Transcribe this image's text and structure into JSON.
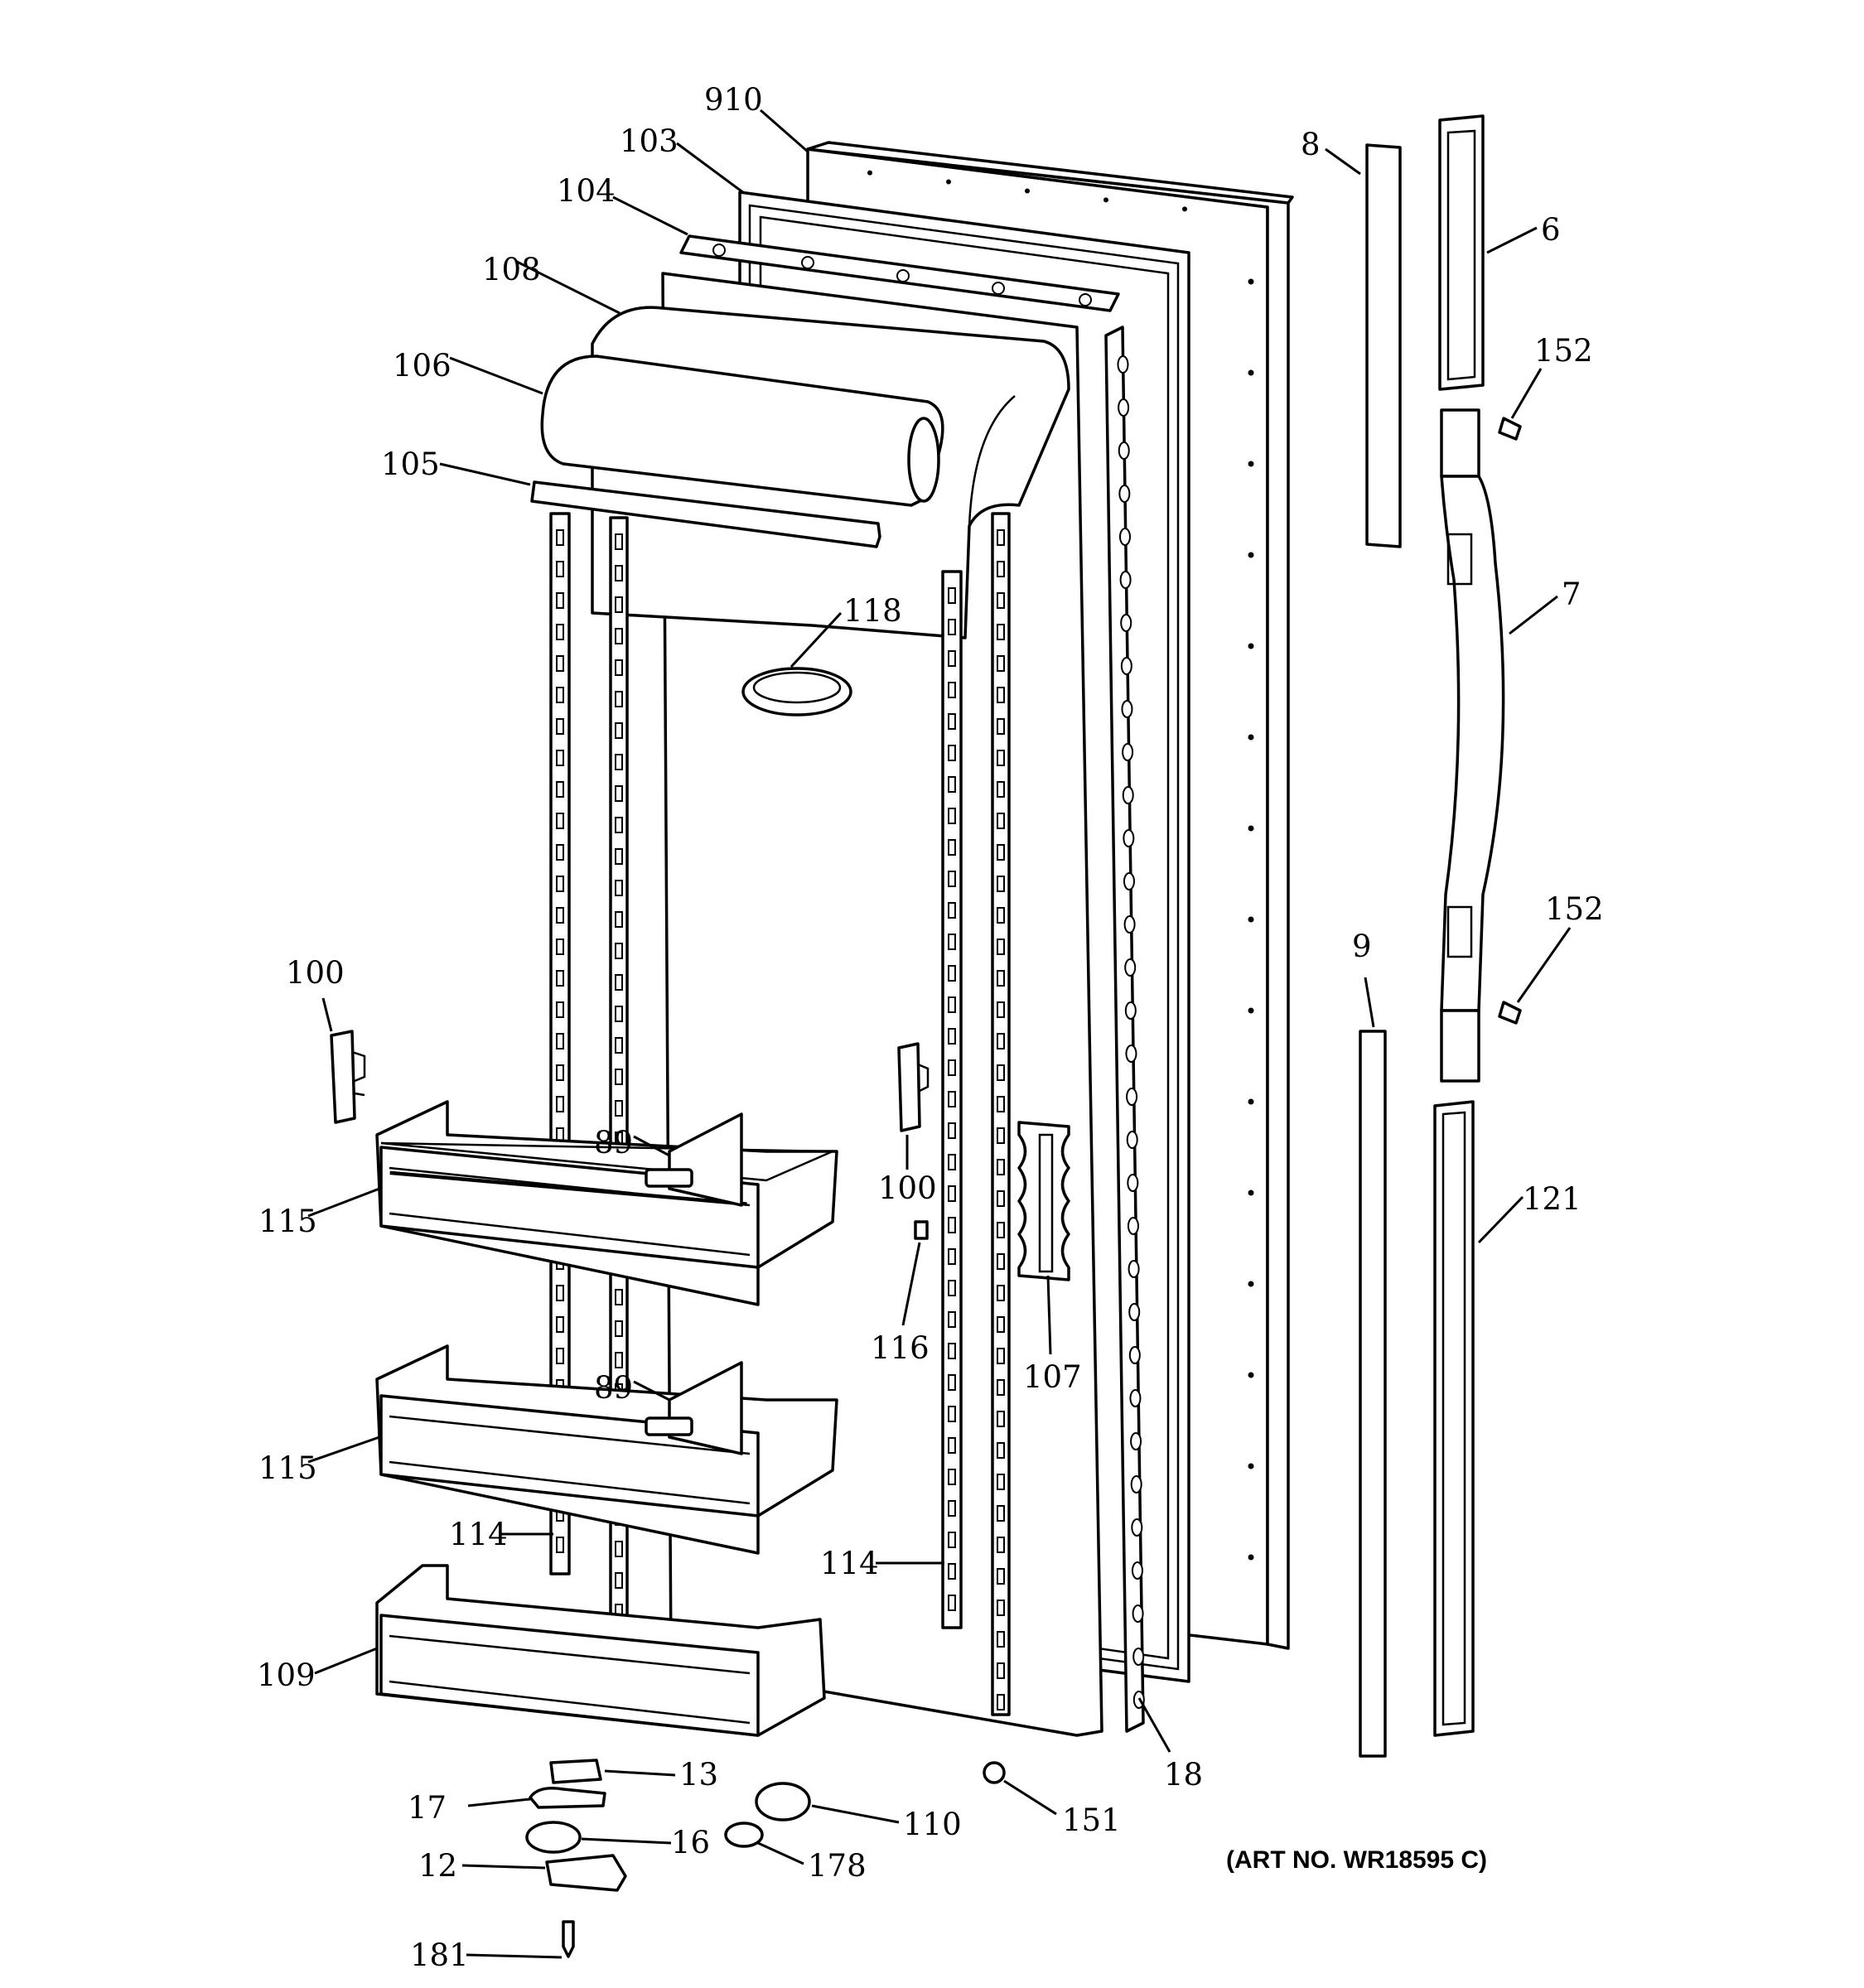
{
  "diagram": {
    "art_number": "(ART NO. WR18595 C)",
    "part_labels": {
      "p910": "910",
      "p103": "103",
      "p104": "104",
      "p108": "108",
      "p106": "106",
      "p105": "105",
      "p118": "118",
      "p8": "8",
      "p6": "6",
      "p152a": "152",
      "p7": "7",
      "p152b": "152",
      "p9": "9",
      "p121": "121",
      "p100a": "100",
      "p100b": "100",
      "p89a": "89",
      "p89b": "89",
      "p115a": "115",
      "p115b": "115",
      "p116": "116",
      "p107": "107",
      "p114a": "114",
      "p114b": "114",
      "p109": "109",
      "p13": "13",
      "p17": "17",
      "p16": "16",
      "p12": "12",
      "p181": "181",
      "p110": "110",
      "p178": "178",
      "p151": "151",
      "p18": "18"
    }
  }
}
